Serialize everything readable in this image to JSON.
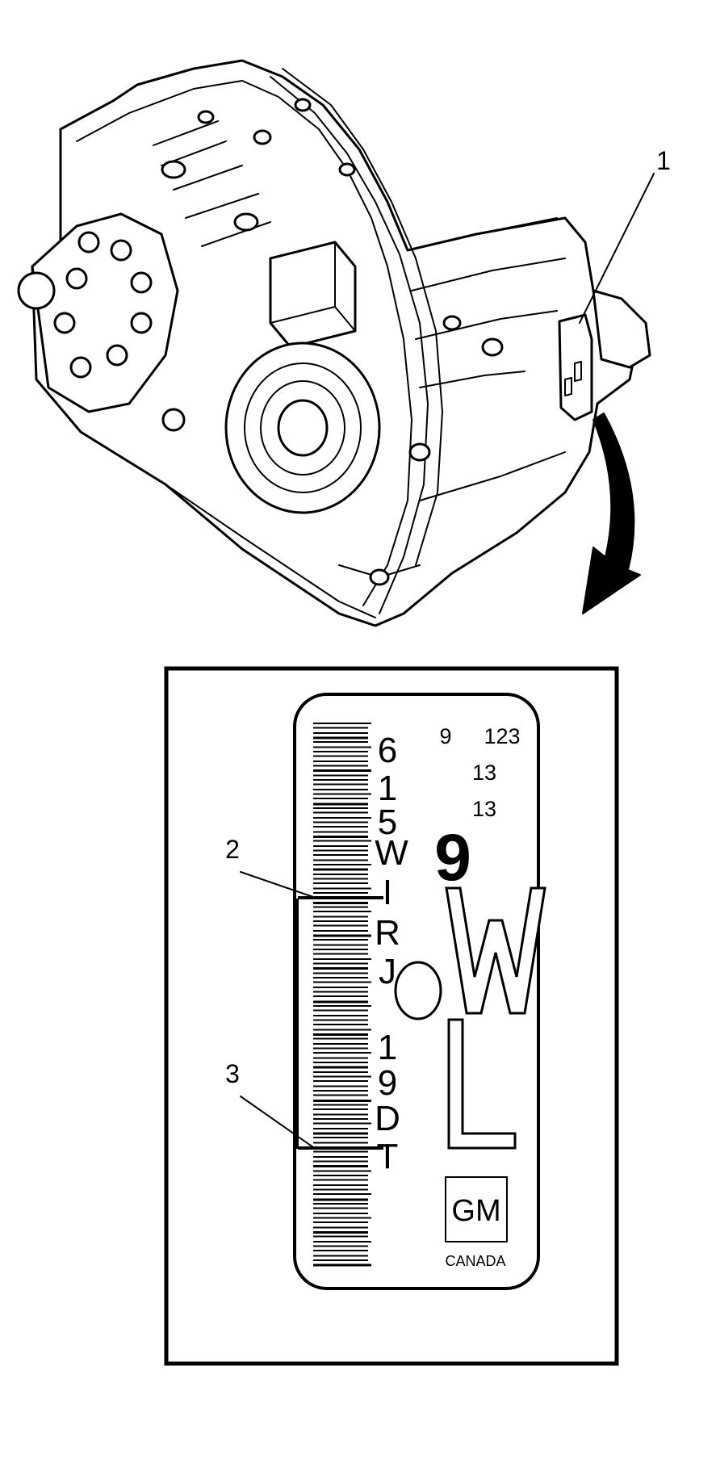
{
  "callouts": {
    "c1": "1",
    "c2": "2",
    "c3": "3"
  },
  "label": {
    "col": [
      "6",
      "1",
      "5",
      "W",
      "I",
      "R",
      "J",
      "1",
      "9",
      "D",
      "T"
    ],
    "top_9": "9",
    "top_123": "123",
    "row2_13": "13",
    "row3_13": "13",
    "big_9": "9",
    "gm": "GM",
    "canada": "CANADA"
  }
}
